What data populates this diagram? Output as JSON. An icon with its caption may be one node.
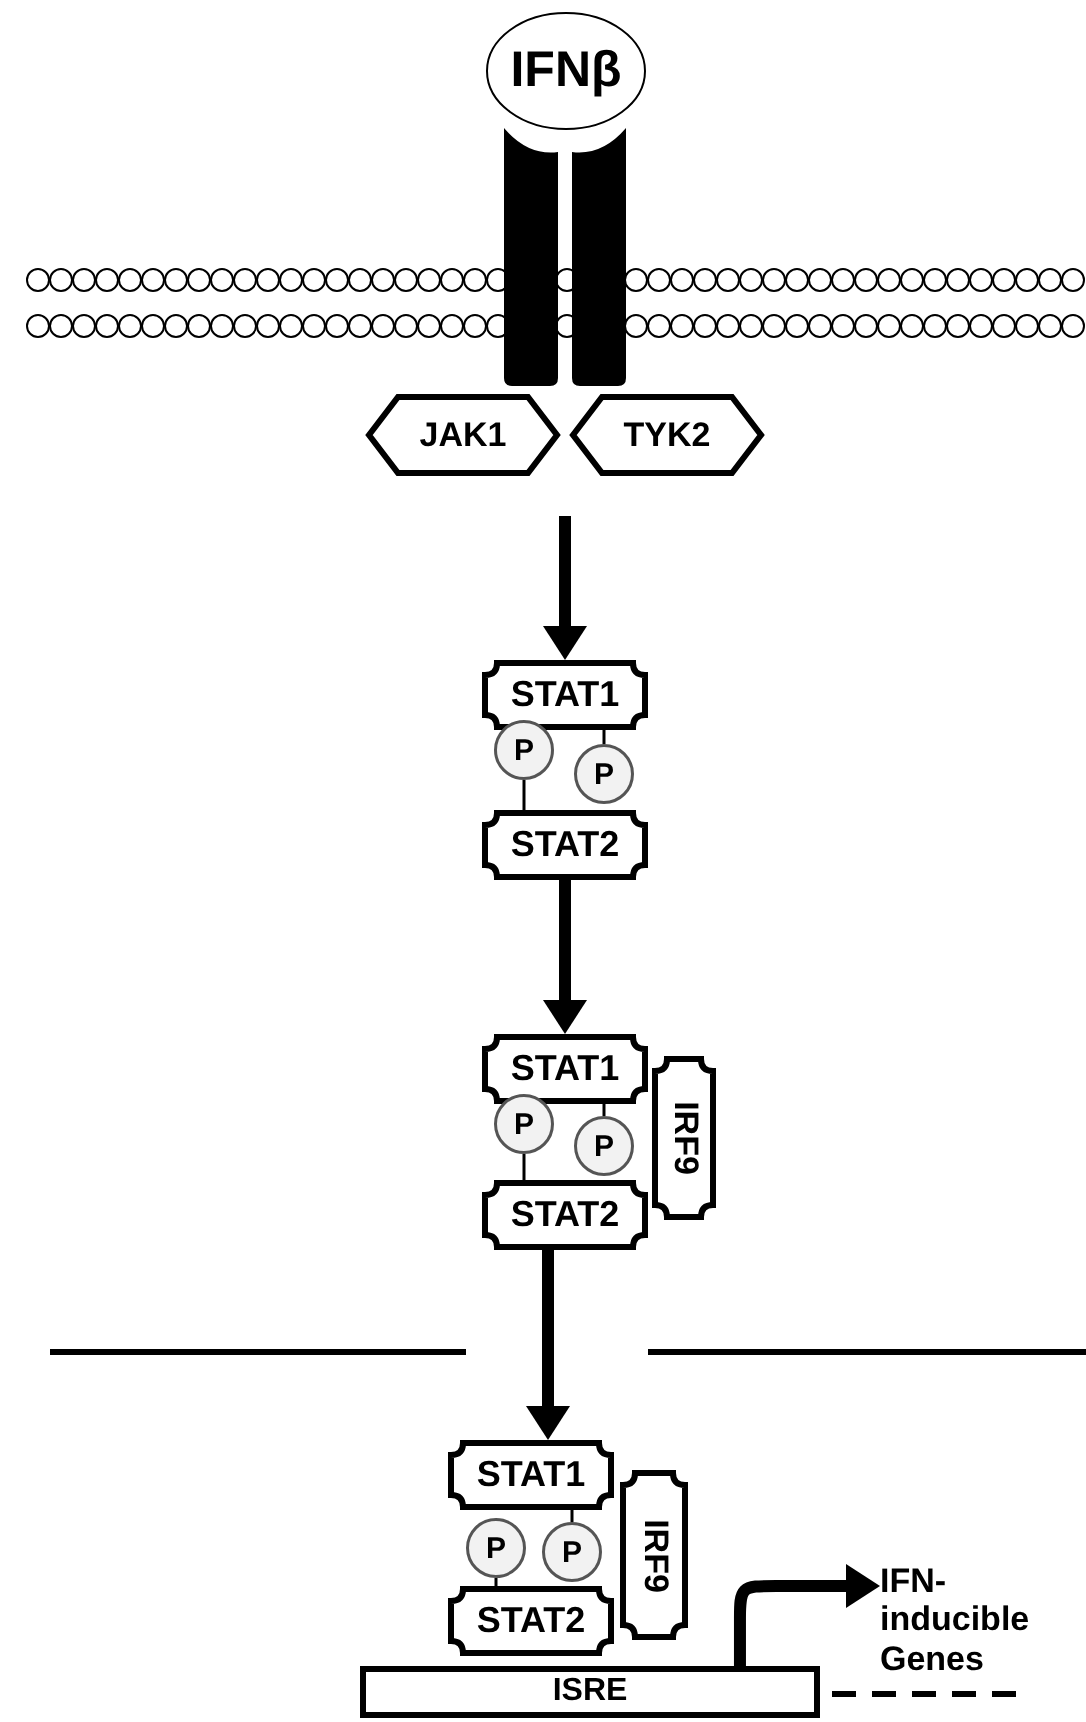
{
  "diagram": {
    "nodes": [
      {
        "text": [
          "IFNβ"
        ]
      },
      {
        "text": [
          "JAK1"
        ]
      },
      {
        "text": [
          "TYK2"
        ]
      },
      {
        "text": [
          "STAT1"
        ]
      },
      {
        "text": [
          "P"
        ]
      },
      {
        "text": [
          "P"
        ]
      },
      {
        "text": [
          "STAT2"
        ]
      },
      {
        "text": [
          "STAT1"
        ]
      },
      {
        "text": [
          "P"
        ]
      },
      {
        "text": [
          "P"
        ]
      },
      {
        "text": [
          "STAT2"
        ]
      },
      {
        "text": [
          "IRF9"
        ]
      },
      {
        "text": [
          "STAT1"
        ]
      },
      {
        "text": [
          "P"
        ]
      },
      {
        "text": [
          "P"
        ]
      },
      {
        "text": [
          "STAT2"
        ]
      },
      {
        "text": [
          "IRF9"
        ]
      },
      {
        "text": [
          "ISRE"
        ]
      },
      {
        "text": [
          "IFN- inducible Genes"
        ]
      }
    ],
    "edges": [
      {
        "from": null,
        "to": 3,
        "arrow": "to",
        "style": "thick"
      },
      {
        "from": 4,
        "to": 6,
        "arrow": "none"
      },
      {
        "from": 5,
        "to": 3,
        "arrow": "none"
      },
      {
        "from": 6,
        "to": 7,
        "arrow": "to",
        "style": "thick"
      },
      {
        "from": 8,
        "to": 10,
        "arrow": "none"
      },
      {
        "from": 9,
        "to": 7,
        "arrow": "none"
      },
      {
        "from": 10,
        "to": 12,
        "arrow": "to",
        "style": "thick"
      },
      {
        "from": 13,
        "to": 15,
        "arrow": "none"
      },
      {
        "from": 14,
        "to": 12,
        "arrow": "none"
      },
      {
        "from": 17,
        "to": 18,
        "arrow": "to",
        "style": "thick"
      }
    ]
  }
}
